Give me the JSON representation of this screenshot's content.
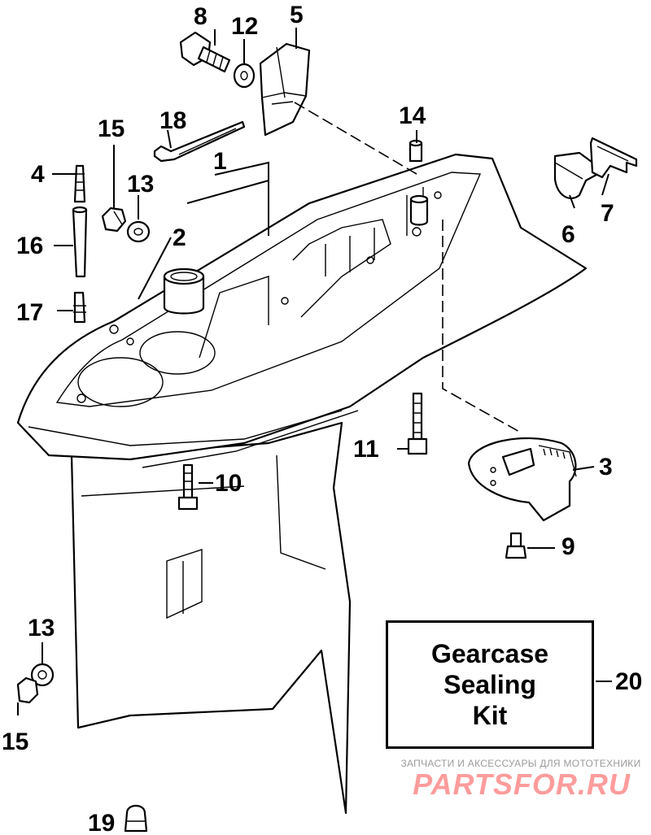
{
  "diagram": {
    "callouts": {
      "c1": "1",
      "c2": "2",
      "c3": "3",
      "c4": "4",
      "c5": "5",
      "c6": "6",
      "c7": "7",
      "c8": "8",
      "c9": "9",
      "c10": "10",
      "c11": "11",
      "c12": "12",
      "c13a": "13",
      "c13b": "13",
      "c14": "14",
      "c15a": "15",
      "c15b": "15",
      "c16": "16",
      "c17": "17",
      "c18": "18",
      "c19": "19",
      "c20": "20"
    },
    "kit_label": "Gearcase\nSealing\nKit"
  },
  "watermark": {
    "tagline": "ЗАПЧАСТИ И АКСЕССУАРЫ ДЛЯ МОТОТЕХНИКИ",
    "logo": "PARTSFOR.RU"
  }
}
